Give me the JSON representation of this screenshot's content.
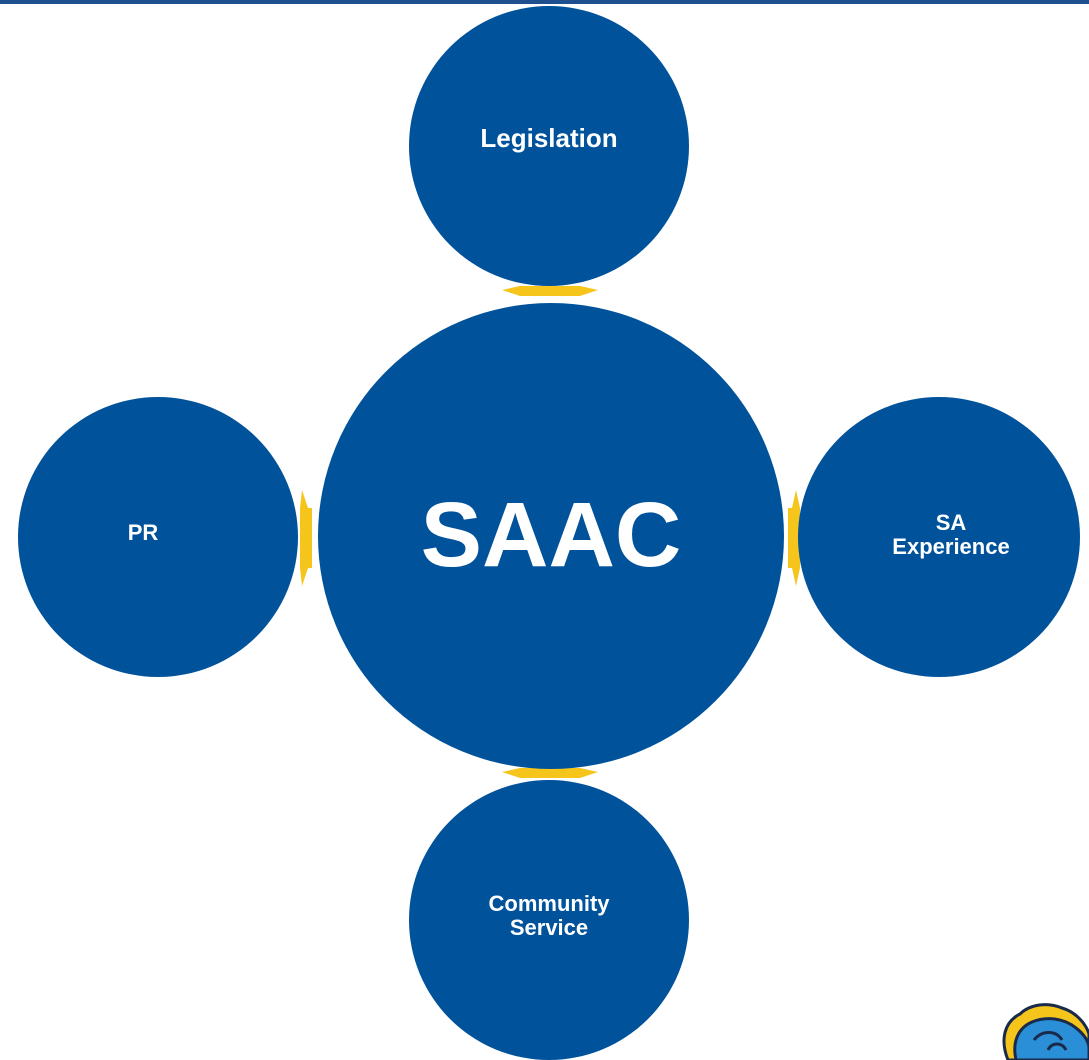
{
  "diagram": {
    "center": {
      "label": "SAAC"
    },
    "top": {
      "label": "Legislation"
    },
    "left": {
      "label": "PR"
    },
    "right": {
      "label": "SA\nExperience"
    },
    "bottom": {
      "label": "Community\nService"
    }
  },
  "colors": {
    "node_fill": "#00529b",
    "connector": "#f6c51c",
    "top_bar": "#1f4f8f",
    "text": "#ffffff"
  },
  "icons": {
    "corner_mascot": "blue-hen-mascot-icon"
  }
}
